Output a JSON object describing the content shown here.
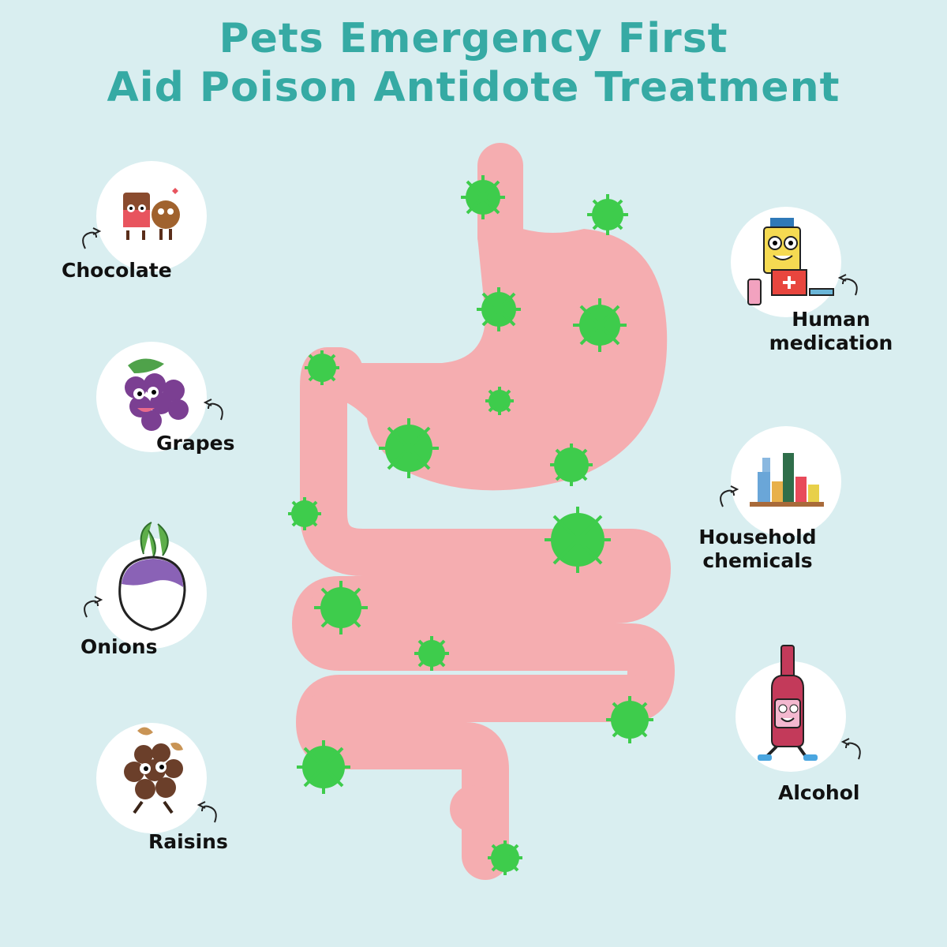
{
  "title": {
    "line1": "Pets Emergency First",
    "line2": "Aid Poison Antidote Treatment",
    "color": "#36aaa4"
  },
  "colors": {
    "background": "#d9eef0",
    "intestine": "#f5adb0",
    "germ": "#3ecc4c",
    "circle": "#ffffff"
  },
  "left_items": [
    {
      "label": "Chocolate",
      "icon": "chocolate-couple-icon"
    },
    {
      "label": "Grapes",
      "icon": "grapes-icon"
    },
    {
      "label": "Onions",
      "icon": "onion-icon"
    },
    {
      "label": "Raisins",
      "icon": "raisin-icon"
    }
  ],
  "right_items": [
    {
      "label_line1": "Human",
      "label_line2": "medication",
      "icon": "medicine-character-icon"
    },
    {
      "label_line1": "Household",
      "label_line2": "chemicals",
      "icon": "household-shelf-icon"
    },
    {
      "label": "Alcohol",
      "icon": "wine-bottle-icon"
    }
  ]
}
